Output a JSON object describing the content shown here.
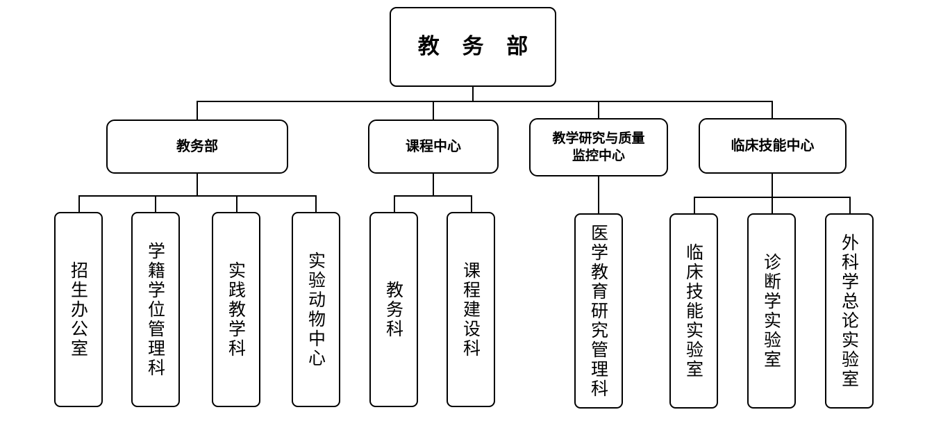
{
  "chart": {
    "type": "org-chart",
    "title": "教 务 部",
    "orientation": "top-down",
    "levels": 3,
    "background_color": "#ffffff",
    "line_color": "#000000",
    "text_color": "#000000"
  },
  "root": {
    "label": "教 务 部",
    "plain_label": "教务部"
  },
  "level2": [
    {
      "label": "教务部",
      "children_count": 4
    },
    {
      "label": "课程中心",
      "children_count": 2
    },
    {
      "label": "教学研究与质量\n监控中心",
      "plain_label": "教学研究与质量监控中心",
      "children_count": 1
    },
    {
      "label": "临床技能中心",
      "children_count": 3
    }
  ],
  "leaves": {
    "jiaowubu": [
      {
        "label": "招生办公室"
      },
      {
        "label": "学籍学位管理科"
      },
      {
        "label": "实践教学科"
      },
      {
        "label": "实验动物中心"
      }
    ],
    "kechengzhongxin": [
      {
        "label": "教务科"
      },
      {
        "label": "课程建设科"
      }
    ],
    "jiaoxueyanjiu": [
      {
        "label": "医学教育研究管理科"
      }
    ],
    "linchuangjineng": [
      {
        "label": "临床技能实验室"
      },
      {
        "label": "诊断学实验室"
      },
      {
        "label": "外科学总论实验室"
      }
    ]
  }
}
